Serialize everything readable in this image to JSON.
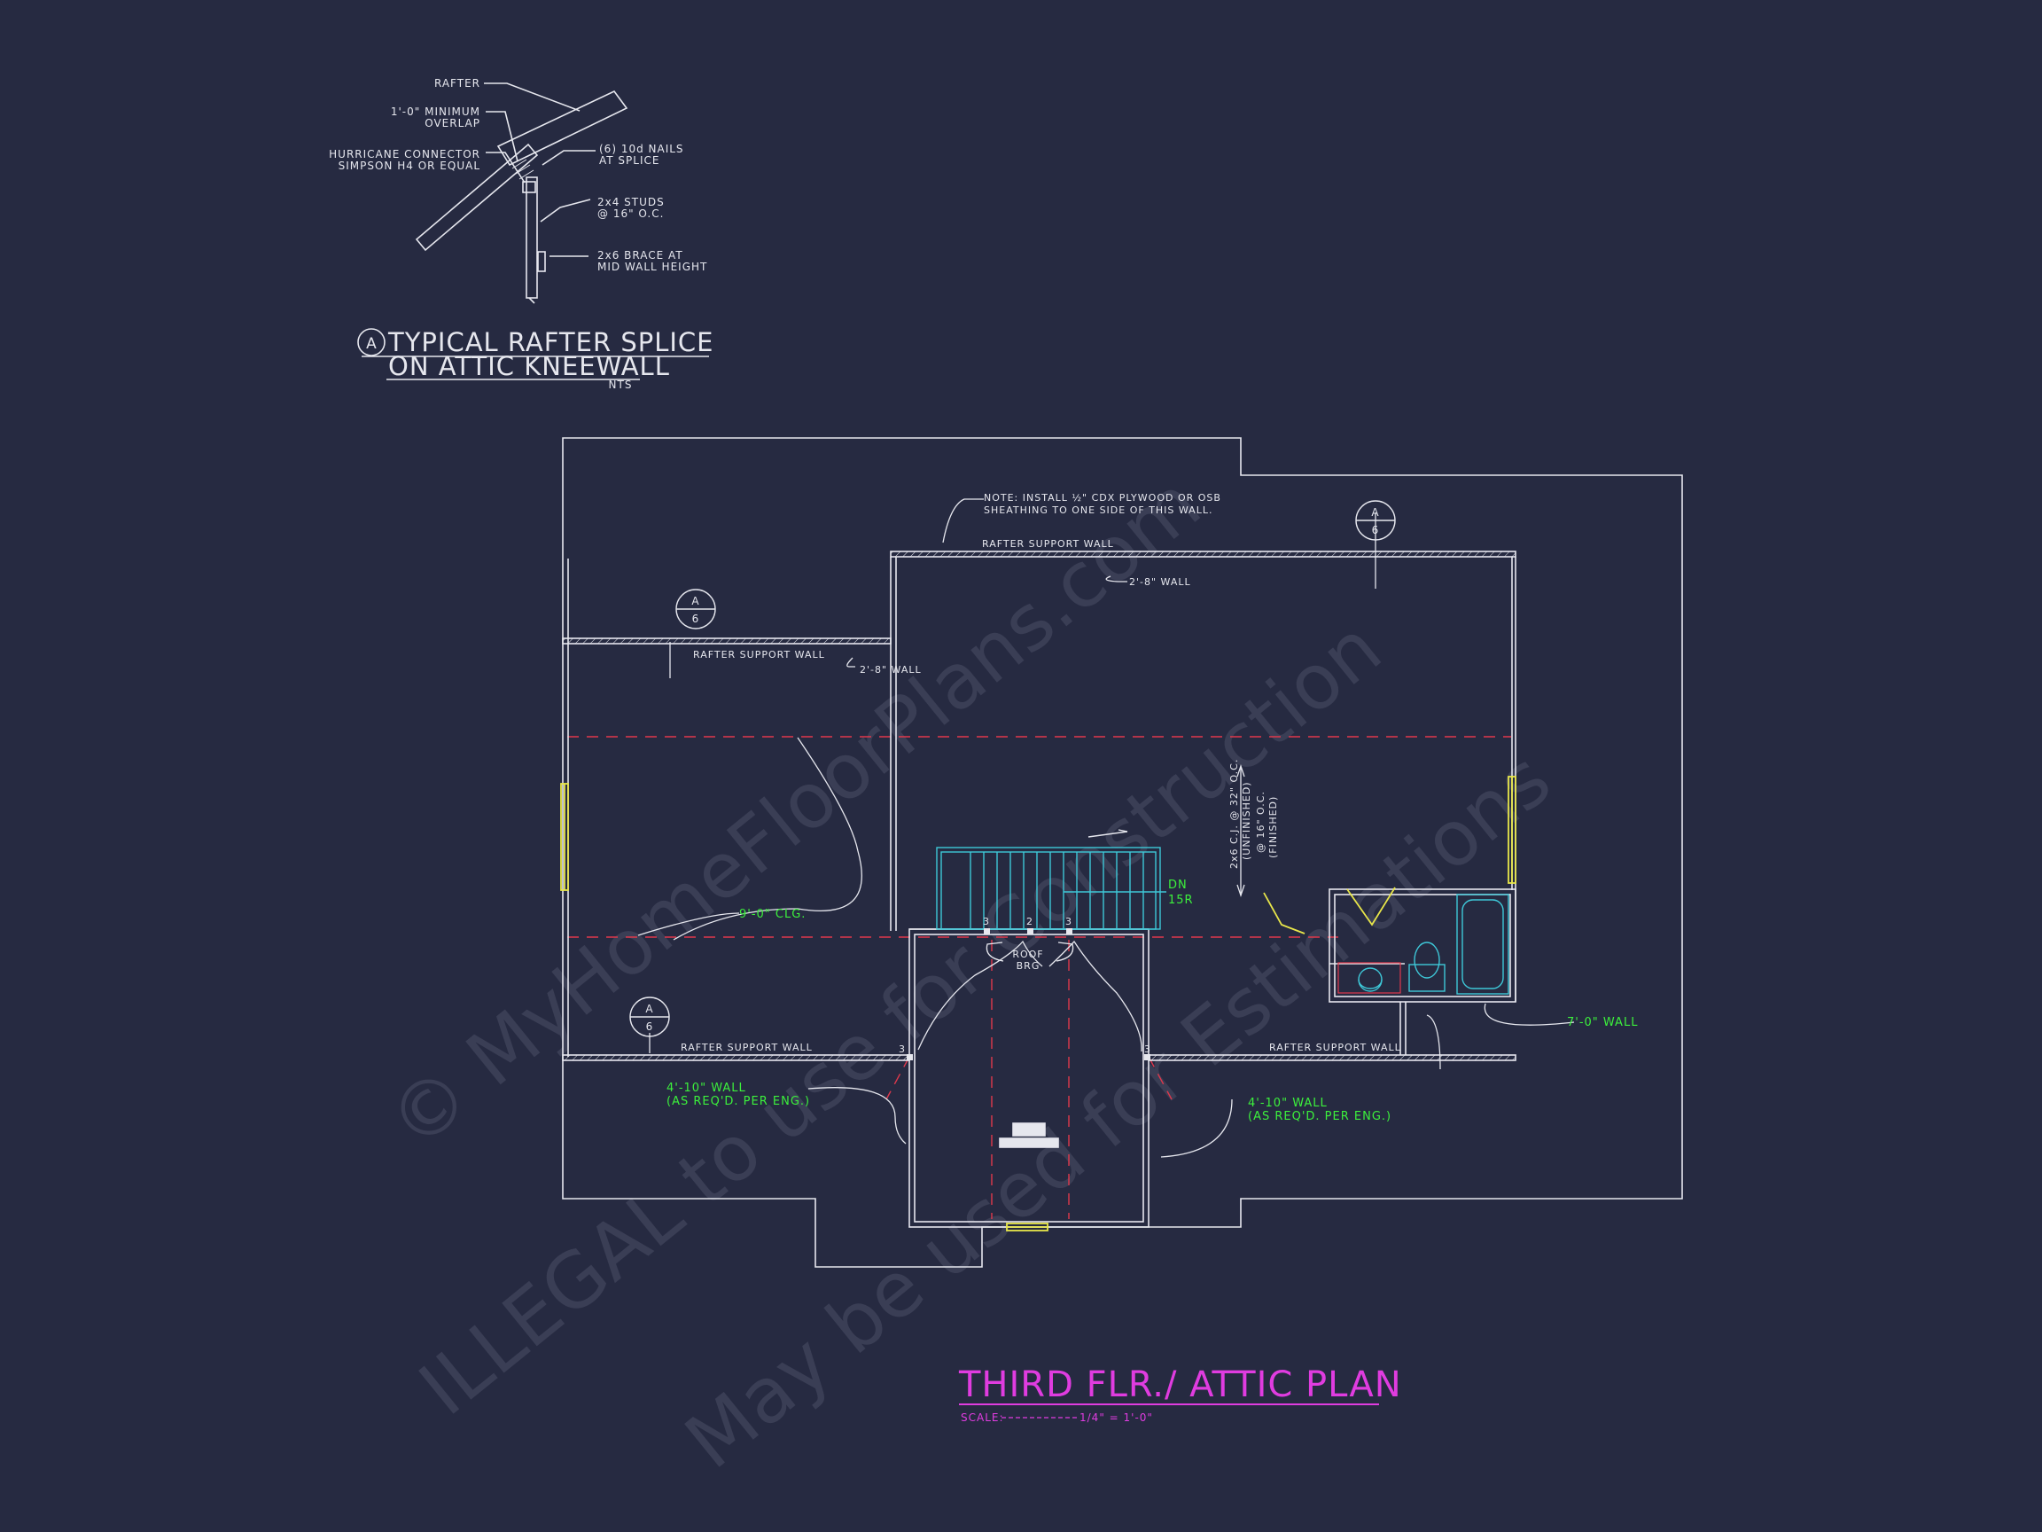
{
  "colors": {
    "background": "#262a41",
    "linework": "#e6e7ee",
    "note_green": "#3cf03c",
    "title_magenta": "#e03ce0",
    "stair_cyan": "#3ec8d8",
    "window_yellow": "#e8e64a",
    "ridge_red": "#e0384c",
    "watermark": "#3a3e55"
  },
  "detail": {
    "bubble": "A",
    "title_line1": "TYPICAL RAFTER SPLICE",
    "title_line2": "ON ATTIC KNEEWALL",
    "nts": "NTS",
    "callouts": {
      "rafter": "RAFTER",
      "overlap_1": "1'-0\" MINIMUM",
      "overlap_2": "OVERLAP",
      "hurricane_1": "HURRICANE CONNECTOR",
      "hurricane_2": "SIMPSON H4 OR EQUAL",
      "nails_1": "(6) 10d NAILS",
      "nails_2": "AT SPLICE",
      "studs_1": "2x4 STUDS",
      "studs_2": "@ 16\" O.C.",
      "brace_1": "2x6 BRACE AT",
      "brace_2": "MID WALL HEIGHT"
    }
  },
  "plan": {
    "note_1": "NOTE: INSTALL ½\" CDX PLYWOOD OR OSB",
    "note_2": "SHEATHING TO ONE SIDE OF THIS WALL.",
    "rafter_wall_top": "RAFTER SUPPORT WALL",
    "rafter_wall_left": "RAFTER SUPPORT WALL",
    "rafter_wall_bottom_left": "RAFTER SUPPORT WALL",
    "rafter_wall_bottom_right": "RAFTER SUPPORT WALL",
    "wall_2_8_top": "2'-8\" WALL",
    "wall_2_8_left": "2'-8\" WALL",
    "section_letter": "A",
    "section_sheet": "6",
    "ceiling": "9'-0\" CLG.",
    "stair_dn": "DN",
    "stair_risers": "15R",
    "roof_brg_1": "ROOF",
    "roof_brg_2": "BRG",
    "post_left": "3",
    "post_mid": "2",
    "post_right": "3",
    "post_wall_left": "3",
    "post_wall_right": "3",
    "cj_1": "2x6 C.J. @ 32\" O.C.",
    "cj_2": "(UNFINISHED)",
    "cj_3": "@ 16\" O.C.",
    "cj_4": "(FINISHED)",
    "wall_7_0": "7'-0\" WALL",
    "wall_4_10_left_1": "4'-10\" WALL",
    "wall_4_10_left_2": "(AS REQ'D. PER ENG.)",
    "wall_4_10_right_1": "4'-10\" WALL",
    "wall_4_10_right_2": "(AS REQ'D. PER ENG.)"
  },
  "title": {
    "main": "THIRD FLR./ ATTIC PLAN",
    "scale_label": "SCALE:",
    "scale_value": "1/4\" = 1'-0\""
  },
  "watermark": {
    "line1": "© MyHomeFloorPlans.com",
    "line2": "ILLEGAL to use for Construction",
    "line3": "May be used for Estimations"
  }
}
